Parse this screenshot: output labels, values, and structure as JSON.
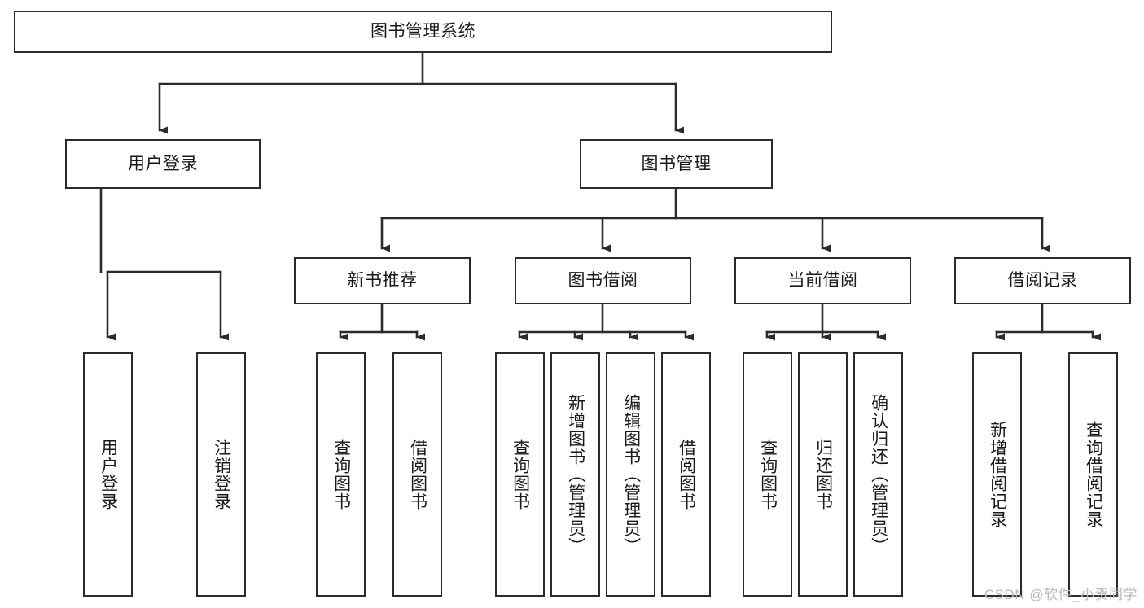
{
  "diagram": {
    "type": "org-tree",
    "title": "图书管理系统",
    "watermark": "CSDN @软件_小贺同学",
    "colors": {
      "stroke": "#2b2b2b",
      "fill": "#ffffff",
      "text": "#1a1a1a",
      "watermark": "#b9b9b9"
    },
    "nodes": {
      "root": {
        "label": "图书管理系统"
      },
      "level2": [
        {
          "id": "user-login",
          "label": "用户登录"
        },
        {
          "id": "book-manage",
          "label": "图书管理"
        }
      ],
      "level3": [
        {
          "id": "new-book-recommend",
          "label": "新书推荐"
        },
        {
          "id": "book-borrow",
          "label": "图书借阅"
        },
        {
          "id": "current-borrow",
          "label": "当前借阅"
        },
        {
          "id": "borrow-record",
          "label": "借阅记录"
        }
      ],
      "leaves": {
        "user-login": [
          {
            "id": "leaf-user-login",
            "label": "用户登录"
          },
          {
            "id": "leaf-logout",
            "label": "注销登录"
          }
        ],
        "new-book-recommend": [
          {
            "id": "leaf-query-book-1",
            "label": "查询图书"
          },
          {
            "id": "leaf-borrow-book-1",
            "label": "借阅图书"
          }
        ],
        "book-borrow": [
          {
            "id": "leaf-query-book-2",
            "label": "查询图书"
          },
          {
            "id": "leaf-add-book",
            "label": "新增图书（管理员）"
          },
          {
            "id": "leaf-edit-book",
            "label": "编辑图书（管理员）"
          },
          {
            "id": "leaf-borrow-book-2",
            "label": "借阅图书"
          }
        ],
        "current-borrow": [
          {
            "id": "leaf-query-book-3",
            "label": "查询图书"
          },
          {
            "id": "leaf-return-book",
            "label": "归还图书"
          },
          {
            "id": "leaf-confirm-return",
            "label": "确认归还（管理员）"
          }
        ],
        "borrow-record": [
          {
            "id": "leaf-add-record",
            "label": "新增借阅记录"
          },
          {
            "id": "leaf-query-record",
            "label": "查询借阅记录"
          }
        ]
      }
    }
  }
}
